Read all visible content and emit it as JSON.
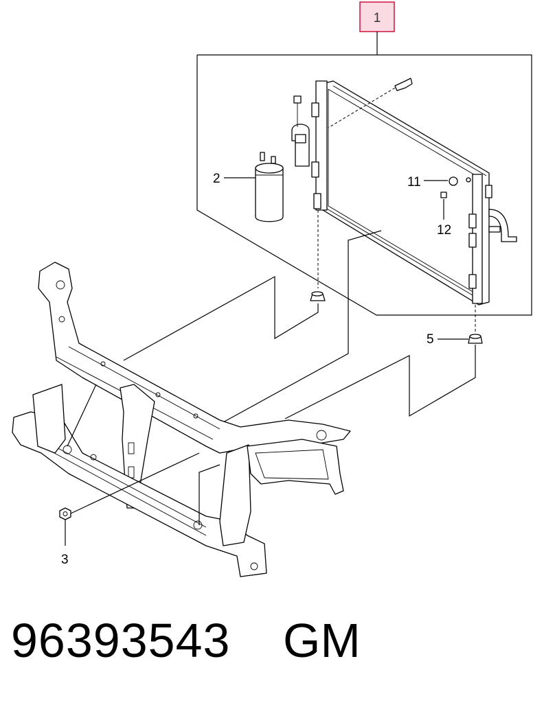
{
  "callouts": {
    "c1": "1",
    "c2": "2",
    "c3": "3",
    "c5": "5",
    "c11": "11",
    "c12": "12"
  },
  "footer": {
    "part_number": "96393543",
    "brand": "GM"
  },
  "colors": {
    "callout_box_fill": "#fbdbe3",
    "callout_box_stroke": "#d0103a"
  }
}
